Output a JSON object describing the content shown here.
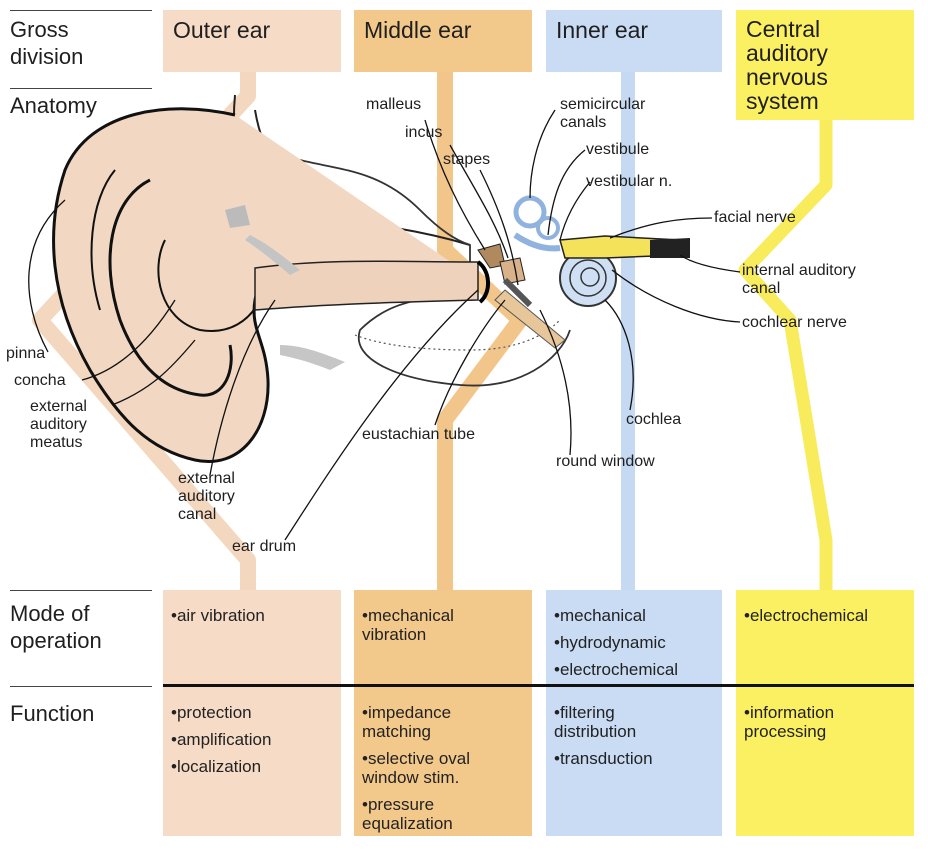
{
  "row_labels": {
    "gross_division": "Gross division",
    "anatomy": "Anatomy",
    "mode": "Mode of operation",
    "function": "Function"
  },
  "columns": [
    {
      "key": "outer",
      "header": "Outer ear",
      "color": "#f6dcc7",
      "mode": [
        "•air vibration"
      ],
      "function": [
        "•protection",
        "•amplification",
        "•localization"
      ]
    },
    {
      "key": "middle",
      "header": "Middle ear",
      "color": "#f3c98b",
      "mode": [
        "•mechanical vibration"
      ],
      "function": [
        "•impedance matching",
        "•selective oval window stim.",
        "•pressure equalization"
      ]
    },
    {
      "key": "inner",
      "header": "Inner ear",
      "color": "#c9dcf4",
      "mode": [
        "•mechanical",
        "•hydrodynamic",
        "•electrochemical"
      ],
      "function": [
        "•filtering distribution",
        "•transduction"
      ]
    },
    {
      "key": "central",
      "header": "Central auditory nervous system",
      "color": "#fbef62",
      "mode": [
        "•electrochemical"
      ],
      "function": [
        "•information processing"
      ]
    }
  ],
  "anatomy_labels": {
    "pinna": "pinna",
    "concha": "concha",
    "eam": "external auditory meatus",
    "eac": "external auditory canal",
    "ear_drum": "ear drum",
    "malleus": "malleus",
    "incus": "incus",
    "stapes": "stapes",
    "semicircular": "semicircular canals",
    "vestibule": "vestibule",
    "vestibular_n": "vestibular n.",
    "facial_nerve": "facial nerve",
    "internal_canal": "internal auditory canal",
    "cochlear_nerve": "cochlear nerve",
    "cochlea": "cochlea",
    "eustachian": "eustachian tube",
    "round_window": "round window"
  }
}
